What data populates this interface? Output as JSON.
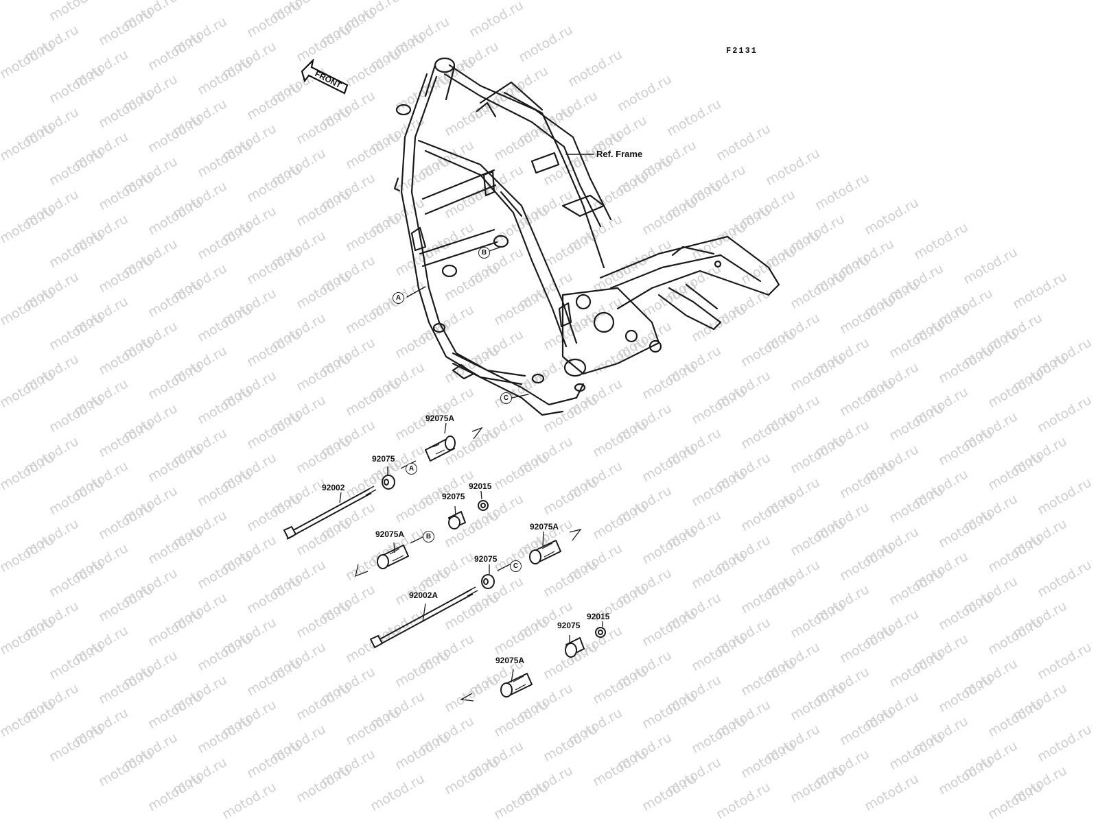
{
  "figure_code": "F2131",
  "front_label": "FRONT",
  "ref_frame_label": "Ref. Frame",
  "watermark": "motod.ru",
  "frame_markers": {
    "a": "A",
    "b": "B",
    "c": "C"
  },
  "parts": {
    "bolt_upper": "92002",
    "bolt_lower": "92002A",
    "collar_a_left": "92075",
    "collar_a_right": "92075A",
    "collar_b_left": "92075A",
    "collar_b_right": "92075",
    "nut_b": "92015",
    "collar_c_left": "92075",
    "collar_c_right": "92075A",
    "collar_d_left": "92075A",
    "collar_d_right": "92075",
    "nut_d": "92015"
  },
  "part_markers": {
    "a": "A",
    "b": "B",
    "c": "C"
  }
}
